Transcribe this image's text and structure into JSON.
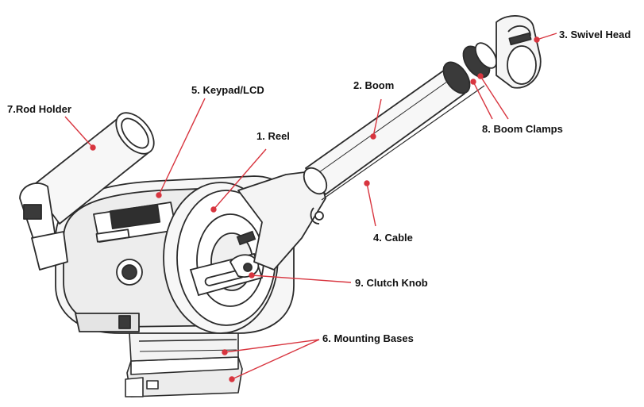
{
  "labels": {
    "reel": "1. Reel",
    "boom": "2. Boom",
    "swivel_head": "3. Swivel Head",
    "cable": "4. Cable",
    "keypad_lcd": "5. Keypad/LCD",
    "mounting_bases": "6. Mounting Bases",
    "rod_holder": "7.Rod Holder",
    "boom_clamps": "8. Boom Clamps",
    "clutch_knob": "9. Clutch Knob"
  },
  "colors": {
    "leader": "#d8353f",
    "outline": "#2b2b2b",
    "fill": "#ffffff",
    "shade": "#e9e9e9",
    "dark": "#3a3a3a"
  }
}
